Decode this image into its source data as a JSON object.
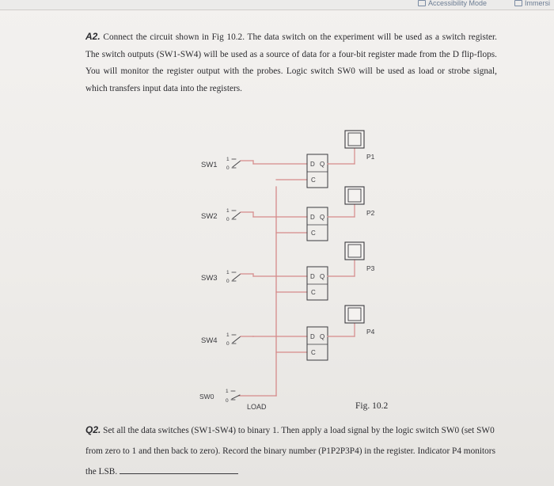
{
  "topbar": {
    "accessibility_label": "Accessibility Mode",
    "immersive_label": "Immersi"
  },
  "q_a2": {
    "label": "A2.",
    "text": "Connect the circuit shown in Fig 10.2. The data switch on the experiment will be used as a switch register. The switch outputs (SW1-SW4) will be used as a source of data for a four-bit register made from the D flip-flops. You will monitor the register output with the probes. Logic switch SW0 will be used as load or strobe signal, which transfers input data into the registers."
  },
  "circuit": {
    "switch_labels": [
      "SW1",
      "SW2",
      "SW3",
      "SW4",
      "SW0"
    ],
    "switch_high": "1",
    "switch_low": "0",
    "flipflop_d": "D",
    "flipflop_q": "Q",
    "flipflop_c": "C",
    "probe_labels": [
      "P1",
      "P2",
      "P3",
      "P4"
    ],
    "load_label": "LOAD",
    "wire_color": "#d58a8a"
  },
  "figure_caption": "Fig. 10.2",
  "q_q2": {
    "label": "Q2.",
    "text": "Set all the data switches (SW1-SW4) to binary 1. Then apply a load signal by the logic switch SW0 (set SW0 from zero to 1 and then back to zero). Record the binary number (P1P2P3P4) in the register. Indicator P4 monitors the LSB."
  }
}
